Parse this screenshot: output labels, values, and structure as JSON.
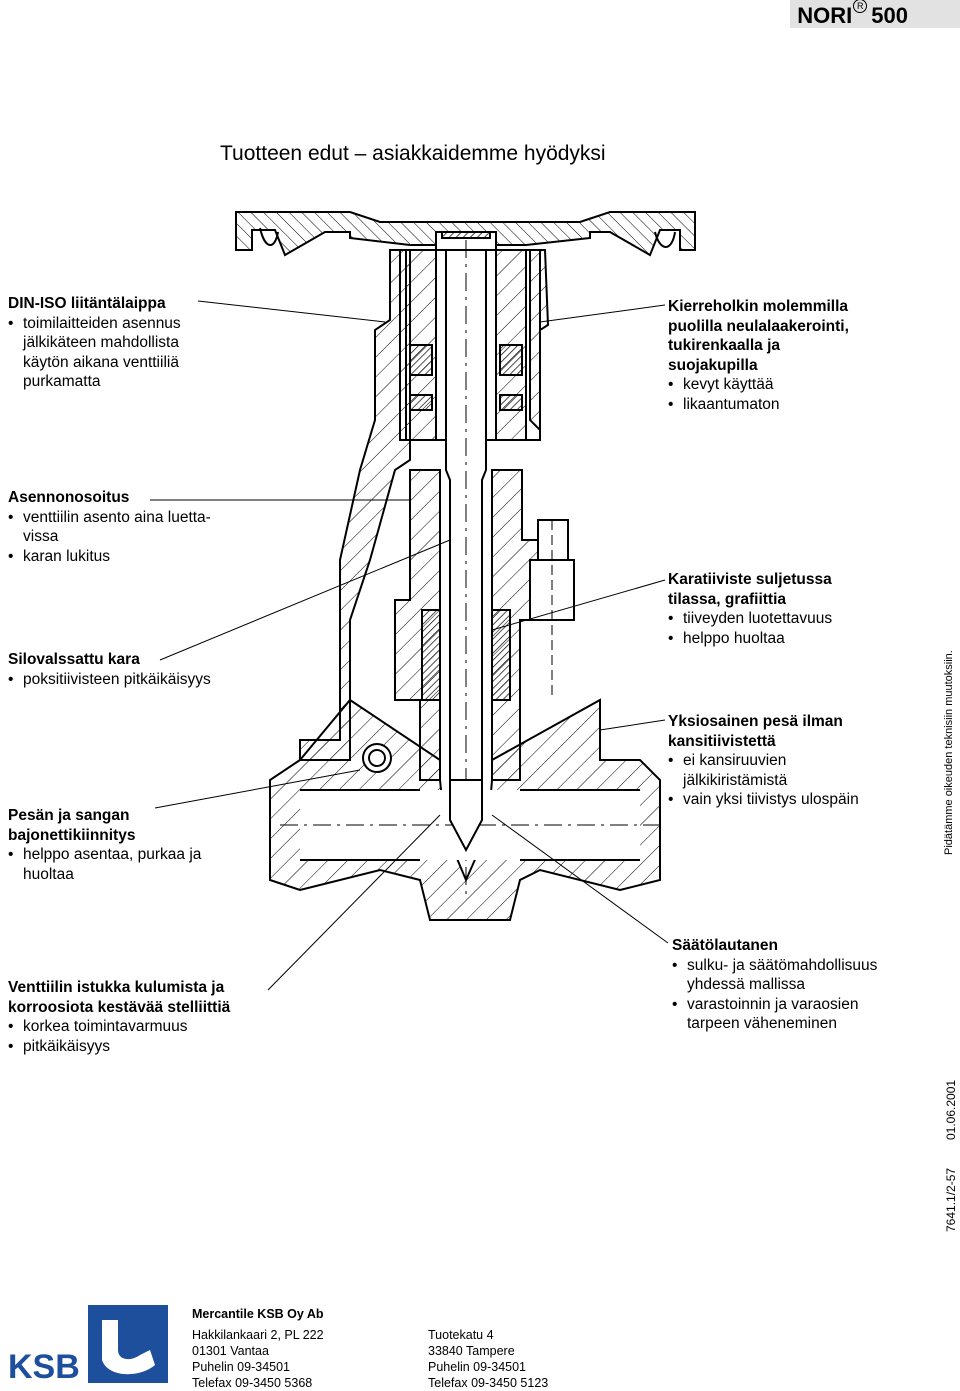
{
  "header": {
    "brand": "NORI",
    "mark": "R",
    "model": "500"
  },
  "title": "Tuotteen edut – asiakkaidemme hyödyksi",
  "callouts": {
    "din": {
      "heading": [
        "DIN-ISO liitäntälaippa"
      ],
      "items": [
        "toimilaitteiden asennus jälkikäteen mahdollista käytön aikana venttiiliä purkamatta"
      ]
    },
    "asento": {
      "heading": [
        "Asennonosoitus"
      ],
      "items": [
        "venttiilin asento aina luetta-vissa",
        "karan lukitus"
      ]
    },
    "kara": {
      "heading": [
        "Silovalssattu kara"
      ],
      "items": [
        "poksitiivisteen pitkäikäisyys"
      ]
    },
    "pesa": {
      "heading": [
        "Pesän ja sangan",
        "bajonettikiinnitys"
      ],
      "items": [
        "helppo asentaa, purkaa ja huoltaa"
      ]
    },
    "istukka": {
      "heading": [
        "Venttiilin istukka kulumista ja",
        "korroosiota kestävää stelliittiä"
      ],
      "items": [
        "korkea toimintavarmuus",
        "pitkäikäisyys"
      ]
    },
    "kierre": {
      "heading": [
        "Kierreholkin molemmilla",
        "puolilla neulalaakerointi,",
        "tukirenkaalla ja",
        "suojakupilla"
      ],
      "items": [
        "kevyt käyttää",
        "likaantumaton"
      ]
    },
    "karatiiviste": {
      "heading": [
        "Karatiiviste suljetussa",
        "tilassa, grafiittia"
      ],
      "items": [
        "tiiveyden luotettavuus",
        "helppo huoltaa"
      ]
    },
    "yksiosainen": {
      "heading": [
        "Yksiosainen pesä ilman",
        "kansitiivistettä"
      ],
      "items": [
        "ei kansiruuvien jälkikiristämistä",
        "vain yksi tiivistys ulospäin"
      ]
    },
    "saato": {
      "heading": [
        "Säätölautanen"
      ],
      "items": [
        "sulku- ja säätömahdollisuus yhdessä mallissa",
        "varastoinnin ja varaosien tarpeen väheneminen"
      ]
    }
  },
  "side": {
    "notice": "Pidätämme oikeuden teknisiin muutoksiin.",
    "date": "01.06.2001",
    "doc_number": "7641.1/2-57"
  },
  "footer": {
    "logo": "KSB",
    "company": "Mercantile KSB Oy Ab",
    "office1": [
      "Hakkilankaari 2, PL 222",
      "01301 Vantaa",
      "Puhelin 09-34501",
      "Telefax 09-3450 5368"
    ],
    "office2": [
      "Tuotekatu 4",
      "33840 Tampere",
      "Puhelin 09-34501",
      "Telefax 09-3450 5123"
    ]
  }
}
